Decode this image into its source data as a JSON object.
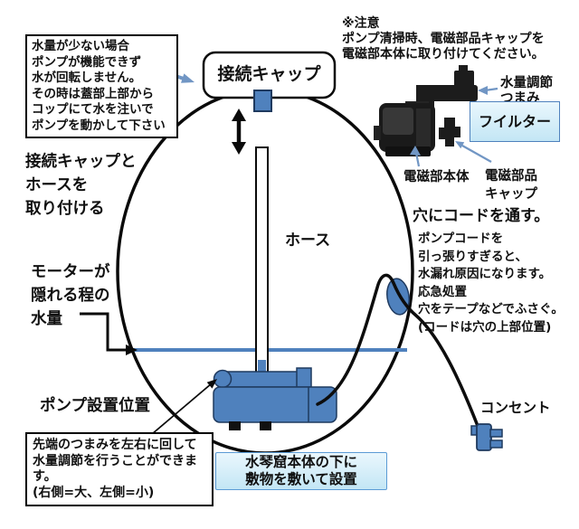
{
  "title": "水琴窟 ポンプ設置説明図",
  "colors": {
    "pump_blue": "#4f81bd",
    "pump_blue_dark": "#1f3a5f",
    "water_line": "#4f81bd",
    "arrow_blue": "#7196c4",
    "filter_fill_top": "#eaf7fd",
    "filter_fill_bottom": "#c3e6f5",
    "filter_border": "#4f81bd",
    "mat_border": "#5b9bd5",
    "photo_black": "#1c1c1c"
  },
  "notes": {
    "low_water": "水量が少ない場合\nポンプが機能できず\n水が回転しません。\nその時は蓋部上部から\nコップにて水を注いで\nポンプを動かして下さい",
    "attach": "接続キャップと\nホースを\n取り付ける",
    "motor_level": "モーターが\n隠れる程の\n水量",
    "pump_position": "ポンプ設置位置",
    "knob_adjust": "先端のつまみを左右に回して\n水量調節を行うことができます。\n(右側=大、左側=小)",
    "caution": "※注意\nポンプ清掃時、電磁部品キャップを\n電磁部本体に取り付けてください。",
    "hole_title": "穴にコードを通す。",
    "hole_note": "ポンプコードを\n引っ張りすぎると、\n水漏れ原因になります。\n応急処置\n穴をテープなどでふさぐ。\n(コードは穴の上部位置)",
    "mat": "水琴窟本体の下に\n敷物を敷いて設置"
  },
  "labels": {
    "cap": "接続キャップ",
    "hose": "ホース",
    "flow_knob": "水量調節\nつまみ",
    "filter": "フイルター",
    "solenoid_body": "電磁部本体",
    "solenoid_cap": "電磁部品\nキャップ",
    "outlet": "コンセント"
  }
}
